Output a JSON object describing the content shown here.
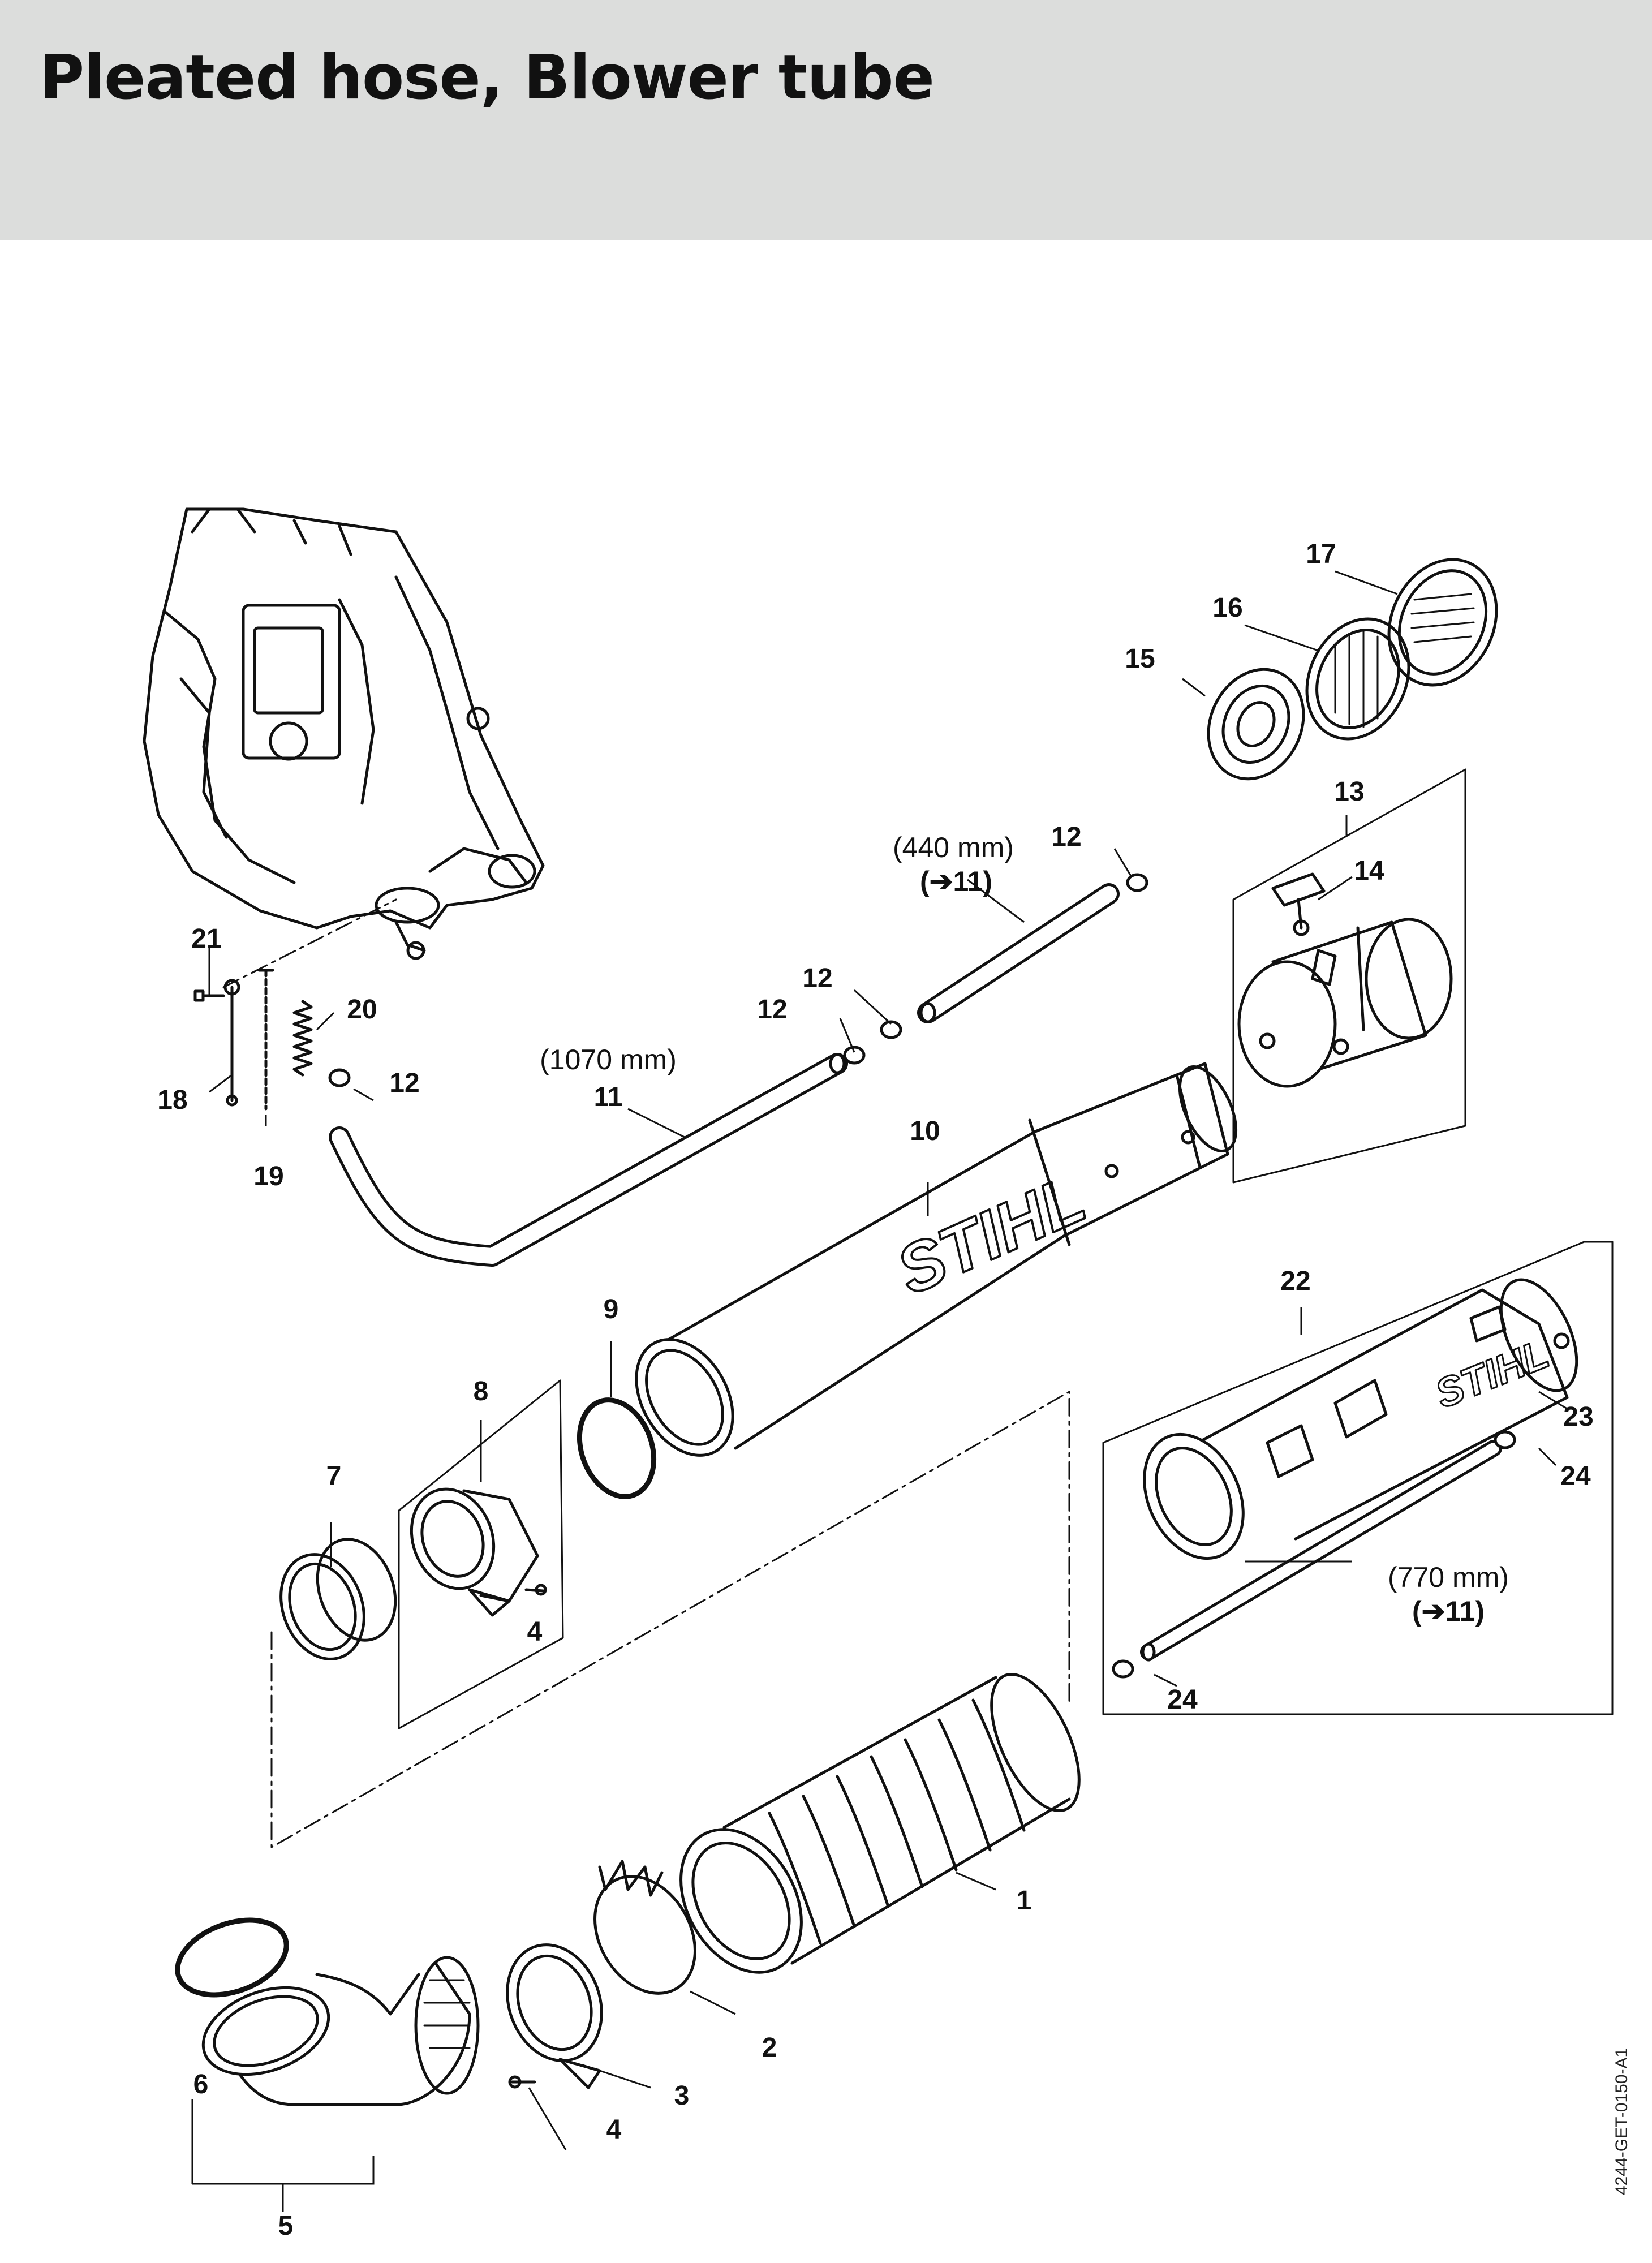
{
  "page": {
    "title": "Pleated hose, Blower tube",
    "doc_code": "4244-GET-0150-A1"
  },
  "diagram": {
    "brand_mark": "STIHL",
    "labels": {
      "p1": "1",
      "p2": "2",
      "p3": "3",
      "p4a": "4",
      "p4b": "4",
      "p5": "5",
      "p6": "6",
      "p7": "7",
      "p8": "8",
      "p9": "9",
      "p10": "10",
      "p11": "11",
      "p11_len": "(1070 mm)",
      "p12a": "12",
      "p12b": "12",
      "p12c": "12",
      "p12d": "12",
      "p13": "13",
      "p14": "14",
      "p15": "15",
      "p16": "16",
      "p17": "17",
      "p18": "18",
      "p19": "19",
      "p20": "20",
      "p21": "21",
      "p22": "22",
      "p23": "23",
      "p24a": "24",
      "p24b": "24",
      "hose440_len": "(440 mm)",
      "hose440_ref": "(➔11)",
      "hose770_len": "(770 mm)",
      "hose770_ref": "(➔11)"
    }
  }
}
